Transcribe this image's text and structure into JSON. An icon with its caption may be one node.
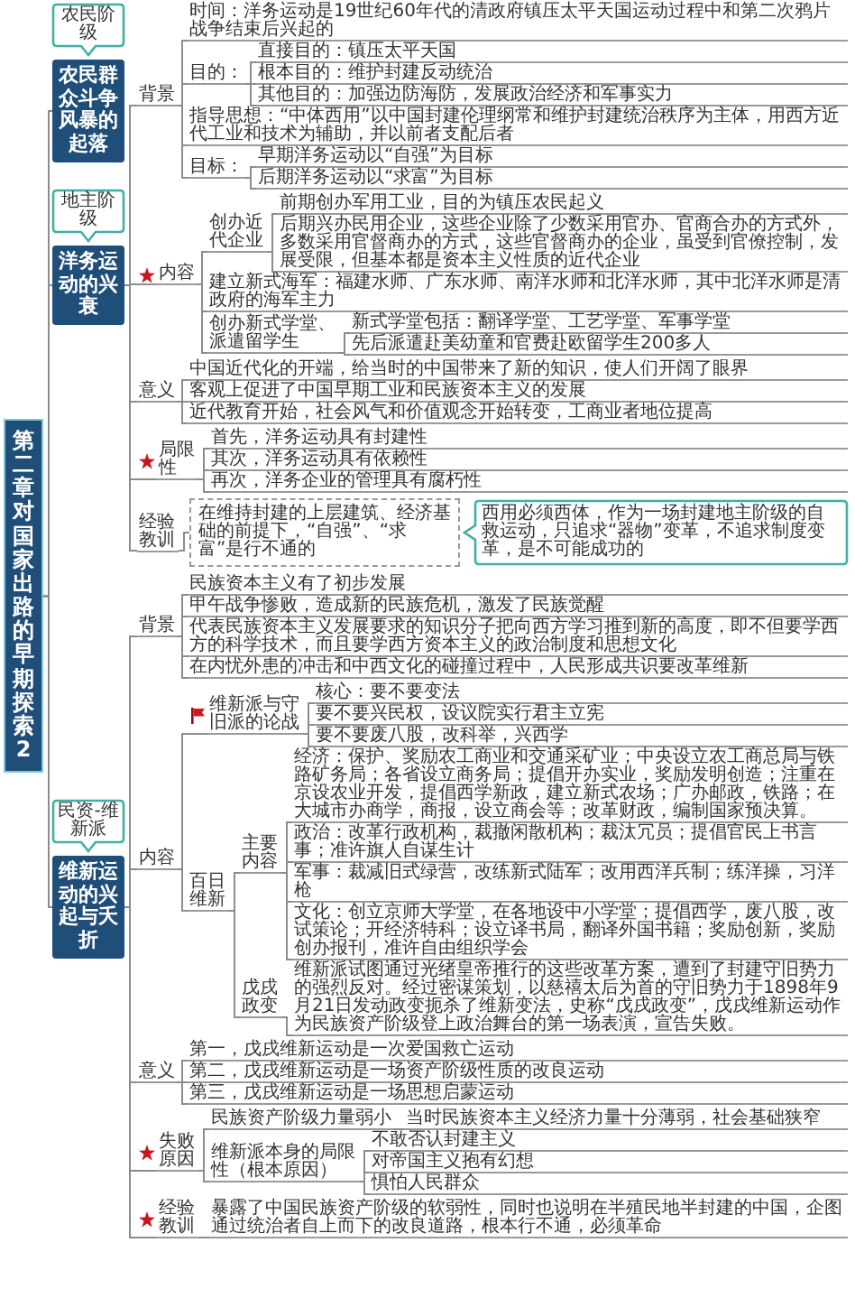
{
  "diagram": {
    "nodes": [
      {
        "text": [
          "第二章对国家出路的早期探索2"
        ]
      },
      {
        "text": [
          "农民阶级"
        ]
      },
      {
        "text": [
          "农民群众斗争风暴的起落"
        ]
      },
      {
        "text": [
          "地主阶级"
        ]
      },
      {
        "text": [
          "洋务运动的兴衰"
        ]
      },
      {
        "text": [
          "背景"
        ]
      },
      {
        "text": [
          "时间：洋务运动是19世纪60年代的清政府镇压太平天国运动过程中和第二次鸦片战争结束后兴起的"
        ]
      },
      {
        "text": [
          "目的："
        ]
      },
      {
        "text": [
          "直接目的：镇压太平天国"
        ]
      },
      {
        "text": [
          "根本目的：维护封建反动统治"
        ]
      },
      {
        "text": [
          "其他目的：加强边防海防，发展政治经济和军事实力"
        ]
      },
      {
        "text": [
          "指导思想：“中体西用”以中国封建伦理纲常和维护封建统治秩序为主体，用西方近代工业和技术为辅助，并以前者支配后者"
        ]
      },
      {
        "text": [
          "目标："
        ]
      },
      {
        "text": [
          "早期洋务运动以“自强”为目标"
        ]
      },
      {
        "text": [
          "后期洋务运动以“求富”为目标"
        ]
      },
      {
        "text": [
          "内容"
        ]
      },
      {
        "text": [
          "创办近代企业"
        ]
      },
      {
        "text": [
          "前期创办军用工业，目的为镇压农民起义"
        ]
      },
      {
        "text": [
          "后期兴办民用企业，这些企业除了少数采用官办、官商合办的方式外，多数采用官督商办的方式，这些官督商办的企业，虽受到官僚控制，发展受限，但基本都是资本主义性质的近代企业"
        ]
      },
      {
        "text": [
          "建立新式海军：福建水师、广东水师、南洋水师和北洋水师，其中北洋水师是清政府的海军主力"
        ]
      },
      {
        "text": [
          "创办新式学堂、派遣留学生"
        ]
      },
      {
        "text": [
          "新式学堂包括：翻译学堂、工艺学堂、军事学堂"
        ]
      },
      {
        "text": [
          "先后派遣赴美幼童和官费赴欧留学生200多人"
        ]
      },
      {
        "text": [
          "意义"
        ]
      },
      {
        "text": [
          "中国近代化的开端，给当时的中国带来了新的知识，使人们开阔了眼界"
        ]
      },
      {
        "text": [
          "客观上促进了中国早期工业和民族资本主义的发展"
        ]
      },
      {
        "text": [
          "近代教育开始，社会风气和价值观念开始转变，工商业者地位提高"
        ]
      },
      {
        "text": [
          "局限性"
        ]
      },
      {
        "text": [
          "首先，洋务运动具有封建性"
        ]
      },
      {
        "text": [
          "其次，洋务运动具有依赖性"
        ]
      },
      {
        "text": [
          "再次，洋务企业的管理具有腐朽性"
        ]
      },
      {
        "text": [
          "经验教训"
        ]
      },
      {
        "text": [
          "在维持封建的上层建筑、经济基础的前提下，“自强”、“求富”是行不通的"
        ]
      },
      {
        "text": [
          "西用必须西体，作为一场封建地主阶级的自救运动，只追求“器物”变革，不追求制度变革，是不可能成功的"
        ]
      },
      {
        "text": [
          "民资-维新派"
        ]
      },
      {
        "text": [
          "维新运动的兴起与夭折"
        ]
      },
      {
        "text": [
          "背景"
        ]
      },
      {
        "text": [
          "民族资本主义有了初步发展"
        ]
      },
      {
        "text": [
          "甲午战争惨败，造成新的民族危机，激发了民族觉醒"
        ]
      },
      {
        "text": [
          "代表民族资本主义发展要求的知识分子把向西方学习推到新的高度，即不但要学西方的科学技术，而且要学西方资本主义的政治制度和思想文化"
        ]
      },
      {
        "text": [
          "在内忧外患的冲击和中西文化的碰撞过程中，人民形成共识要改革维新"
        ]
      },
      {
        "text": [
          "内容"
        ]
      },
      {
        "text": [
          "维新派与守旧派的论战"
        ]
      },
      {
        "text": [
          "核心：要不要变法"
        ]
      },
      {
        "text": [
          "要不要兴民权，设议院实行君主立宪"
        ]
      },
      {
        "text": [
          "要不要废八股，改科举，兴西学"
        ]
      },
      {
        "text": [
          "百日维新"
        ]
      },
      {
        "text": [
          "主要内容"
        ]
      },
      {
        "text": [
          "经济：保护、奖励农工商业和交通采矿业；中央设立农工商总局与铁路矿务局；各省设立商务局；提倡开办实业，奖励发明创造；注重在京设农业开发，提倡西学新政，建立新式农场；广办邮政，铁路；在大城市办商学，商报，设立商会等；改革财政，编制国家预决算。"
        ]
      },
      {
        "text": [
          "政治：改革行政机构，裁撤闲散机构；裁汰冗员；提倡官民上书言事；准许旗人自谋生计"
        ]
      },
      {
        "text": [
          "军事：裁减旧式绿营，改练新式陆军；改用西洋兵制；练洋操，习洋枪"
        ]
      },
      {
        "text": [
          "文化：创立京师大学堂，在各地设中小学堂；提倡西学，废八股，改试策论；开经济特科；设立译书局，翻译外国书籍；奖励创新，奖励创办报刊，准许自由组织学会"
        ]
      },
      {
        "text": [
          "戊戌政变"
        ]
      },
      {
        "text": [
          "维新派试图通过光绪皇帝推行的这些改革方案，遭到了封建守旧势力的强烈反对。经过密谋策划，以慈禧太后为首的守旧势力于1898年9月21日发动政变扼杀了维新变法，史称“戊戌政变”，戊戌维新运动作为民族资产阶级登上政治舞台的第一场表演，宣告失败。"
        ]
      },
      {
        "text": [
          "意义"
        ]
      },
      {
        "text": [
          "第一，戊戌维新运动是一次爱国救亡运动"
        ]
      },
      {
        "text": [
          "第二，戊戌维新运动是一场资产阶级性质的改良运动"
        ]
      },
      {
        "text": [
          "第三，戊戌维新运动是一场思想启蒙运动"
        ]
      },
      {
        "text": [
          "失败原因"
        ]
      },
      {
        "text": [
          "民族资产阶级力量弱小"
        ]
      },
      {
        "text": [
          "当时民族资本主义经济力量十分薄弱，社会基础狭窄"
        ]
      },
      {
        "text": [
          "维新派本身的局限性（根本原因）"
        ]
      },
      {
        "text": [
          "不敢否认封建主义"
        ]
      },
      {
        "text": [
          "对帝国主义抱有幻想"
        ]
      },
      {
        "text": [
          "惧怕人民群众"
        ]
      },
      {
        "text": [
          "经验教训"
        ]
      },
      {
        "text": [
          "暴露了中国民族资产阶级的软弱性，同时也说明在半殖民地半封建的中国，企图通过统治者自上而下的改良道路，根本行不通，必须革命"
        ]
      }
    ],
    "edges": [
      {
        "from": 0,
        "to": 2,
        "arrow": "none"
      },
      {
        "from": 0,
        "to": 4,
        "arrow": "none"
      },
      {
        "from": 0,
        "to": 35,
        "arrow": "none"
      },
      {
        "from": 4,
        "to": 5,
        "arrow": "none"
      },
      {
        "from": 5,
        "to": 6,
        "arrow": "none"
      },
      {
        "from": 5,
        "to": 7,
        "arrow": "none"
      },
      {
        "from": 7,
        "to": 8,
        "arrow": "none"
      },
      {
        "from": 7,
        "to": 9,
        "arrow": "none"
      },
      {
        "from": 7,
        "to": 10,
        "arrow": "none"
      },
      {
        "from": 5,
        "to": 11,
        "arrow": "none"
      },
      {
        "from": 5,
        "to": 12,
        "arrow": "none"
      },
      {
        "from": 12,
        "to": 13,
        "arrow": "none"
      },
      {
        "from": 12,
        "to": 14,
        "arrow": "none"
      },
      {
        "from": 4,
        "to": 15,
        "arrow": "none"
      },
      {
        "from": 15,
        "to": 16,
        "arrow": "none"
      },
      {
        "from": 16,
        "to": 17,
        "arrow": "none"
      },
      {
        "from": 16,
        "to": 18,
        "arrow": "none"
      },
      {
        "from": 15,
        "to": 19,
        "arrow": "none"
      },
      {
        "from": 15,
        "to": 20,
        "arrow": "none"
      },
      {
        "from": 20,
        "to": 21,
        "arrow": "none"
      },
      {
        "from": 20,
        "to": 22,
        "arrow": "none"
      },
      {
        "from": 4,
        "to": 23,
        "arrow": "none"
      },
      {
        "from": 23,
        "to": 24,
        "arrow": "none"
      },
      {
        "from": 23,
        "to": 25,
        "arrow": "none"
      },
      {
        "from": 23,
        "to": 26,
        "arrow": "none"
      },
      {
        "from": 4,
        "to": 27,
        "arrow": "none"
      },
      {
        "from": 27,
        "to": 28,
        "arrow": "none"
      },
      {
        "from": 27,
        "to": 29,
        "arrow": "none"
      },
      {
        "from": 27,
        "to": 30,
        "arrow": "none"
      },
      {
        "from": 4,
        "to": 31,
        "arrow": "none"
      },
      {
        "from": 31,
        "to": 32,
        "arrow": "none"
      },
      {
        "from": 35,
        "to": 36,
        "arrow": "none"
      },
      {
        "from": 36,
        "to": 37,
        "arrow": "none"
      },
      {
        "from": 36,
        "to": 38,
        "arrow": "none"
      },
      {
        "from": 36,
        "to": 39,
        "arrow": "none"
      },
      {
        "from": 36,
        "to": 40,
        "arrow": "none"
      },
      {
        "from": 35,
        "to": 41,
        "arrow": "none"
      },
      {
        "from": 41,
        "to": 42,
        "arrow": "none"
      },
      {
        "from": 42,
        "to": 43,
        "arrow": "none"
      },
      {
        "from": 42,
        "to": 44,
        "arrow": "none"
      },
      {
        "from": 42,
        "to": 45,
        "arrow": "none"
      },
      {
        "from": 41,
        "to": 46,
        "arrow": "none"
      },
      {
        "from": 46,
        "to": 47,
        "arrow": "none"
      },
      {
        "from": 47,
        "to": 48,
        "arrow": "none"
      },
      {
        "from": 47,
        "to": 49,
        "arrow": "none"
      },
      {
        "from": 47,
        "to": 50,
        "arrow": "none"
      },
      {
        "from": 47,
        "to": 51,
        "arrow": "none"
      },
      {
        "from": 46,
        "to": 52,
        "arrow": "none"
      },
      {
        "from": 52,
        "to": 53,
        "arrow": "none"
      },
      {
        "from": 35,
        "to": 54,
        "arrow": "none"
      },
      {
        "from": 54,
        "to": 55,
        "arrow": "none"
      },
      {
        "from": 54,
        "to": 56,
        "arrow": "none"
      },
      {
        "from": 54,
        "to": 57,
        "arrow": "none"
      },
      {
        "from": 35,
        "to": 58,
        "arrow": "none"
      },
      {
        "from": 58,
        "to": 59,
        "arrow": "none"
      },
      {
        "from": 59,
        "to": 60,
        "arrow": "none"
      },
      {
        "from": 58,
        "to": 61,
        "arrow": "none"
      },
      {
        "from": 61,
        "to": 62,
        "arrow": "none"
      },
      {
        "from": 61,
        "to": 63,
        "arrow": "none"
      },
      {
        "from": 61,
        "to": 64,
        "arrow": "none"
      },
      {
        "from": 35,
        "to": 65,
        "arrow": "none"
      },
      {
        "from": 65,
        "to": 66,
        "arrow": "none"
      }
    ]
  }
}
